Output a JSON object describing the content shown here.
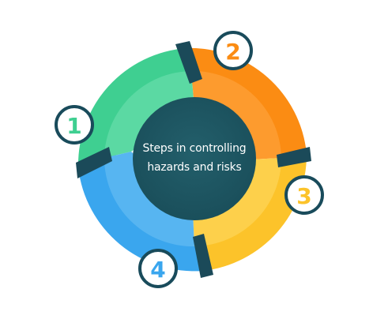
{
  "center": {
    "line1": "Steps in controlling",
    "line2": "hazards and risks"
  },
  "steps": [
    {
      "number": "1",
      "color": "#3fcf91"
    },
    {
      "number": "2",
      "color": "#fb8c13"
    },
    {
      "number": "3",
      "color": "#fcc32a"
    },
    {
      "number": "4",
      "color": "#3aa6ee"
    }
  ],
  "colors": {
    "hub": "#1f5a66",
    "divider": "#1b4a59",
    "badge_ring": "#194b5b",
    "background": "#ffffff"
  }
}
